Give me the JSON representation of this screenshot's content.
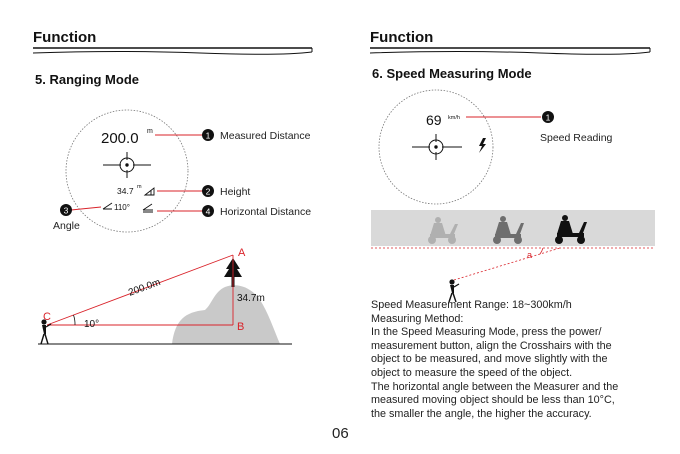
{
  "left": {
    "header": "Function",
    "section_title": "5. Ranging Mode",
    "display": {
      "distance_value": "200.0",
      "distance_unit": "m",
      "height_value": "34.7",
      "height_unit": "m",
      "angle_value": "110°"
    },
    "callouts": [
      {
        "number": "1",
        "label": "Measured Distance"
      },
      {
        "number": "2",
        "label": "Height"
      },
      {
        "number": "3",
        "label": "Angle"
      },
      {
        "number": "4",
        "label": "Horizontal Distance"
      }
    ],
    "diagram": {
      "point_a": "A",
      "point_b": "B",
      "point_c": "C",
      "hypotenuse_label": "200.0m",
      "height_label": "34.7m",
      "angle_label": "10°"
    }
  },
  "right": {
    "header": "Function",
    "section_title": "6. Speed Measuring Mode",
    "display": {
      "speed_value": "69",
      "speed_unit": "km/h"
    },
    "callouts": [
      {
        "number": "1",
        "label": "Speed Reading"
      }
    ],
    "angle_marker": "a",
    "body_lines": [
      "Speed Measurement Range: 18~300km/h",
      "Measuring Method:",
      "In the Speed Measuring Mode, press the power/",
      "measurement button, align the Crosshairs with the",
      "object to be measured, and move slightly with the",
      "object to measure the speed of the object.",
      "The horizontal angle between the Measurer and the",
      "measured moving object should be less than 10°C,",
      "the smaller the angle, the higher the accuracy."
    ]
  },
  "page_number": "06",
  "colors": {
    "accent": "#d9232a",
    "mountain": "#c8c8c8",
    "ink": "#111111"
  }
}
